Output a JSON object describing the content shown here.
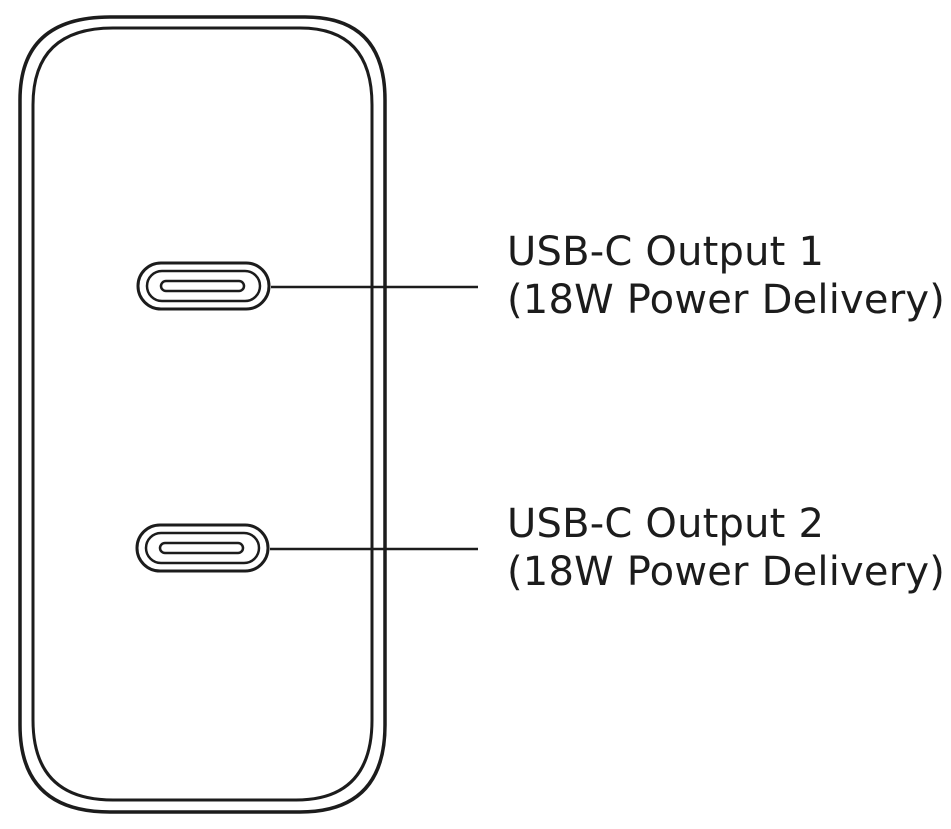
{
  "diagram": {
    "subject": "dual USB-C wall charger front view",
    "colors": {
      "outline": "#1c1c1c",
      "background": "#ffffff"
    },
    "ports": [
      {
        "id": "port-1",
        "title": "USB-C Output 1",
        "detail": "(18W Power Delivery)"
      },
      {
        "id": "port-2",
        "title": "USB-C Output 2",
        "detail": "(18W Power Delivery)"
      }
    ]
  }
}
